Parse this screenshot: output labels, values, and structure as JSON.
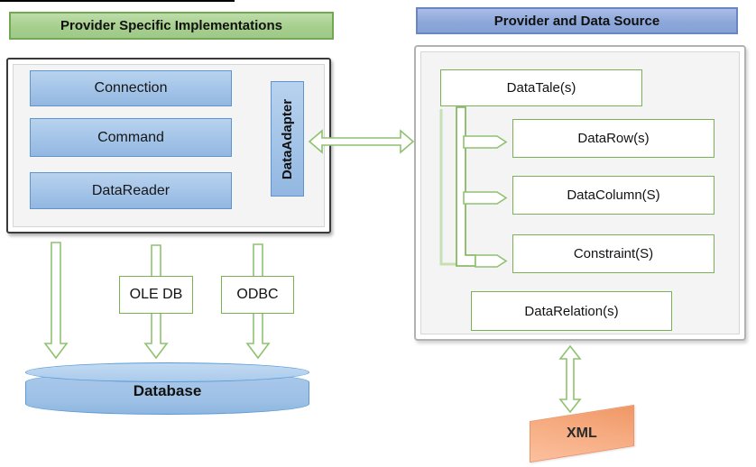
{
  "left_panel": {
    "header": "Provider Specific Implementations",
    "components": [
      "Connection",
      "Command",
      "DataReader"
    ],
    "adapter": "DataAdapter",
    "bridges": [
      "OLE DB",
      "ODBC"
    ],
    "database": "Database"
  },
  "right_panel": {
    "header": "Provider and Data Source",
    "root_table": "DataTale(s)",
    "children": [
      "DataRow(s)",
      "DataColumn(S)",
      "Constraint(S)"
    ],
    "relation": "DataRelation(s)",
    "xml_label": "XML"
  },
  "colors": {
    "green_header_fill": "#a6cf8d",
    "green_header_border": "#71a850",
    "blue_header_fill": "#8ba6d9",
    "blue_header_border": "#6b84c4",
    "blue_box_fill": "#a3c4e8",
    "blue_box_border": "#5f94cf",
    "green_arrow_stroke": "#8fc170",
    "green_box_border": "#79b154",
    "cylinder_fill": "#9cc0e6",
    "cylinder_border": "#5b9bd5",
    "xml_fill": "#f6ab80"
  }
}
